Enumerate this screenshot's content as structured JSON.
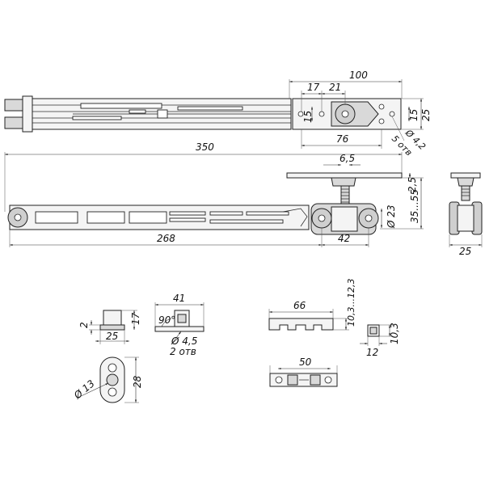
{
  "dims": {
    "top_100": "100",
    "top_17": "17",
    "top_21": "21",
    "top_15_left": "15",
    "top_15_right": "15",
    "top_25": "25",
    "top_76": "76",
    "top_hole": "5 отв",
    "top_hole_dia": "Ø 4,2",
    "side_350": "350",
    "side_6_5": "6,5",
    "side_2_5": "2,5",
    "side_35_55": "35...55",
    "side_23": "Ø 23",
    "side_268": "268",
    "side_42": "42",
    "end_25": "25",
    "stop_2": "2",
    "stop_17": "17",
    "stop_25": "25",
    "stop_28": "28",
    "stop_13": "Ø 13",
    "bracket_41": "41",
    "bracket_90": "90°",
    "bracket_hole": "Ø 4,5",
    "bracket_count": "2 отв",
    "rail_66": "66",
    "rail_height": "10,3...12,3",
    "rail_50": "50",
    "clip_10_3": "10,3",
    "clip_12": "12"
  }
}
